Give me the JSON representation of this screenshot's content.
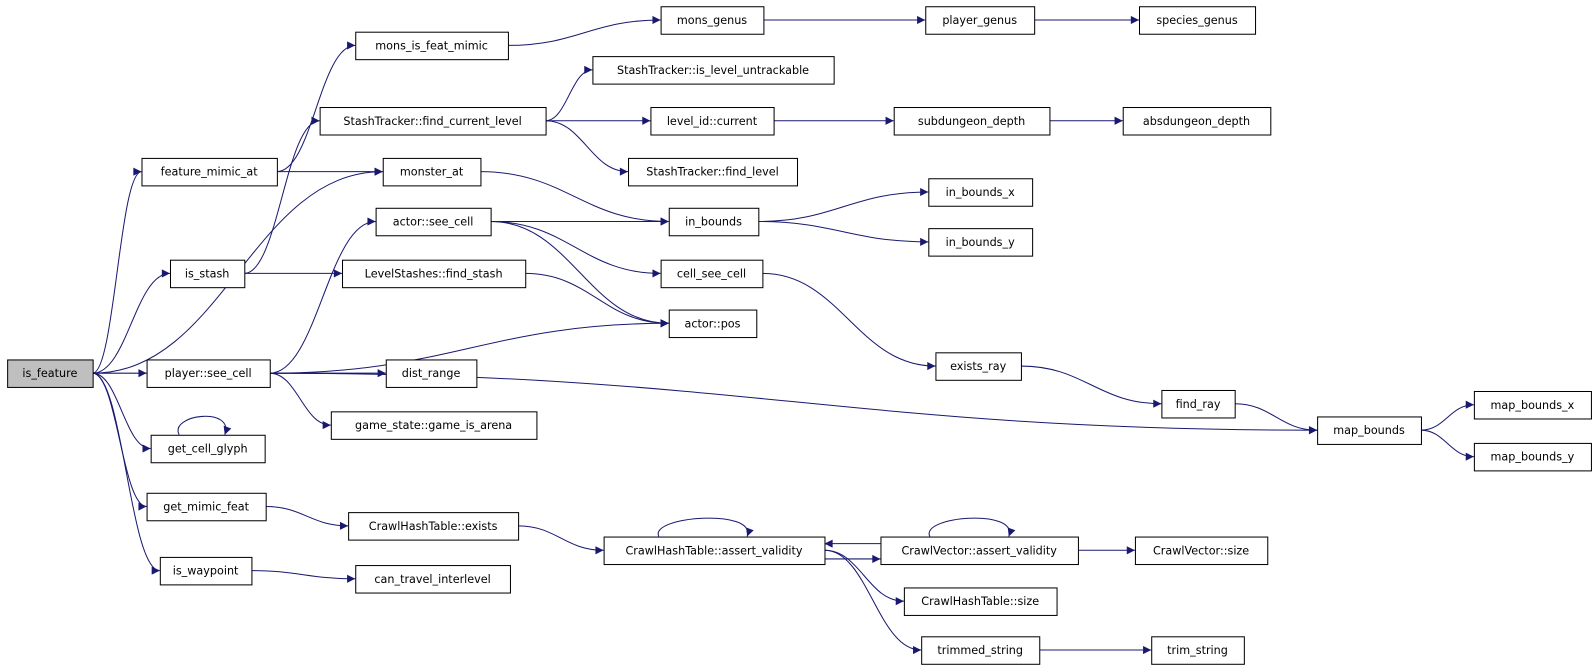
{
  "graph": {
    "edge_color": "#191970",
    "root_fill": "#bfbfbf",
    "root": "is_feature",
    "nodes": {
      "is_feature": "is_feature",
      "feature_mimic_at": "feature_mimic_at",
      "mons_is_feat_mimic": "mons_is_feat_mimic",
      "mons_genus": "mons_genus",
      "player_genus": "player_genus",
      "species_genus": "species_genus",
      "is_level_untrackable": "StashTracker::is_level_untrackable",
      "find_current_level": "StashTracker::find_current_level",
      "level_id_current": "level_id::current",
      "subdungeon_depth": "subdungeon_depth",
      "absdungeon_depth": "absdungeon_depth",
      "find_level": "StashTracker::find_level",
      "monster_at": "monster_at",
      "in_bounds": "in_bounds",
      "in_bounds_x": "in_bounds_x",
      "in_bounds_y": "in_bounds_y",
      "actor_see_cell": "actor::see_cell",
      "is_stash": "is_stash",
      "find_stash": "LevelStashes::find_stash",
      "cell_see_cell": "cell_see_cell",
      "actor_pos": "actor::pos",
      "exists_ray": "exists_ray",
      "player_see_cell": "player::see_cell",
      "dist_range": "dist_range",
      "find_ray": "find_ray",
      "map_bounds": "map_bounds",
      "map_bounds_x": "map_bounds_x",
      "map_bounds_y": "map_bounds_y",
      "game_is_arena": "game_state::game_is_arena",
      "get_cell_glyph": "get_cell_glyph",
      "get_mimic_feat": "get_mimic_feat",
      "cht_exists": "CrawlHashTable::exists",
      "cht_assert_validity": "CrawlHashTable::assert_validity",
      "cv_assert_validity": "CrawlVector::assert_validity",
      "cv_size": "CrawlVector::size",
      "cht_size": "CrawlHashTable::size",
      "is_waypoint": "is_waypoint",
      "can_travel_interlevel": "can_travel_interlevel",
      "trimmed_string": "trimmed_string",
      "trim_string": "trim_string"
    },
    "edges": [
      [
        "is_feature",
        "feature_mimic_at"
      ],
      [
        "is_feature",
        "is_stash"
      ],
      [
        "is_feature",
        "monster_at"
      ],
      [
        "is_feature",
        "player_see_cell"
      ],
      [
        "is_feature",
        "get_cell_glyph"
      ],
      [
        "is_feature",
        "get_mimic_feat"
      ],
      [
        "is_feature",
        "is_waypoint"
      ],
      [
        "feature_mimic_at",
        "mons_is_feat_mimic"
      ],
      [
        "feature_mimic_at",
        "monster_at"
      ],
      [
        "mons_is_feat_mimic",
        "mons_genus"
      ],
      [
        "mons_genus",
        "player_genus"
      ],
      [
        "player_genus",
        "species_genus"
      ],
      [
        "is_stash",
        "find_current_level"
      ],
      [
        "is_stash",
        "find_stash"
      ],
      [
        "find_current_level",
        "is_level_untrackable"
      ],
      [
        "find_current_level",
        "level_id_current"
      ],
      [
        "find_current_level",
        "find_level"
      ],
      [
        "level_id_current",
        "subdungeon_depth"
      ],
      [
        "subdungeon_depth",
        "absdungeon_depth"
      ],
      [
        "monster_at",
        "in_bounds"
      ],
      [
        "actor_see_cell",
        "in_bounds"
      ],
      [
        "actor_see_cell",
        "cell_see_cell"
      ],
      [
        "actor_see_cell",
        "actor_pos"
      ],
      [
        "in_bounds",
        "in_bounds_x"
      ],
      [
        "in_bounds",
        "in_bounds_y"
      ],
      [
        "find_stash",
        "actor_pos"
      ],
      [
        "cell_see_cell",
        "exists_ray"
      ],
      [
        "exists_ray",
        "find_ray"
      ],
      [
        "find_ray",
        "map_bounds"
      ],
      [
        "map_bounds",
        "map_bounds_x"
      ],
      [
        "map_bounds",
        "map_bounds_y"
      ],
      [
        "player_see_cell",
        "actor_see_cell"
      ],
      [
        "player_see_cell",
        "actor_pos"
      ],
      [
        "player_see_cell",
        "dist_range"
      ],
      [
        "player_see_cell",
        "game_is_arena"
      ],
      [
        "player_see_cell",
        "map_bounds"
      ],
      [
        "get_cell_glyph",
        "get_cell_glyph"
      ],
      [
        "get_mimic_feat",
        "cht_exists"
      ],
      [
        "cht_exists",
        "cht_assert_validity"
      ],
      [
        "cht_assert_validity",
        "cht_assert_validity"
      ],
      [
        "cht_assert_validity",
        "cv_assert_validity"
      ],
      [
        "cht_assert_validity",
        "cht_size"
      ],
      [
        "cht_assert_validity",
        "trimmed_string"
      ],
      [
        "cv_assert_validity",
        "cv_assert_validity"
      ],
      [
        "cv_assert_validity",
        "cht_assert_validity"
      ],
      [
        "cv_assert_validity",
        "cv_size"
      ],
      [
        "trimmed_string",
        "trim_string"
      ],
      [
        "is_waypoint",
        "can_travel_interlevel"
      ]
    ]
  }
}
